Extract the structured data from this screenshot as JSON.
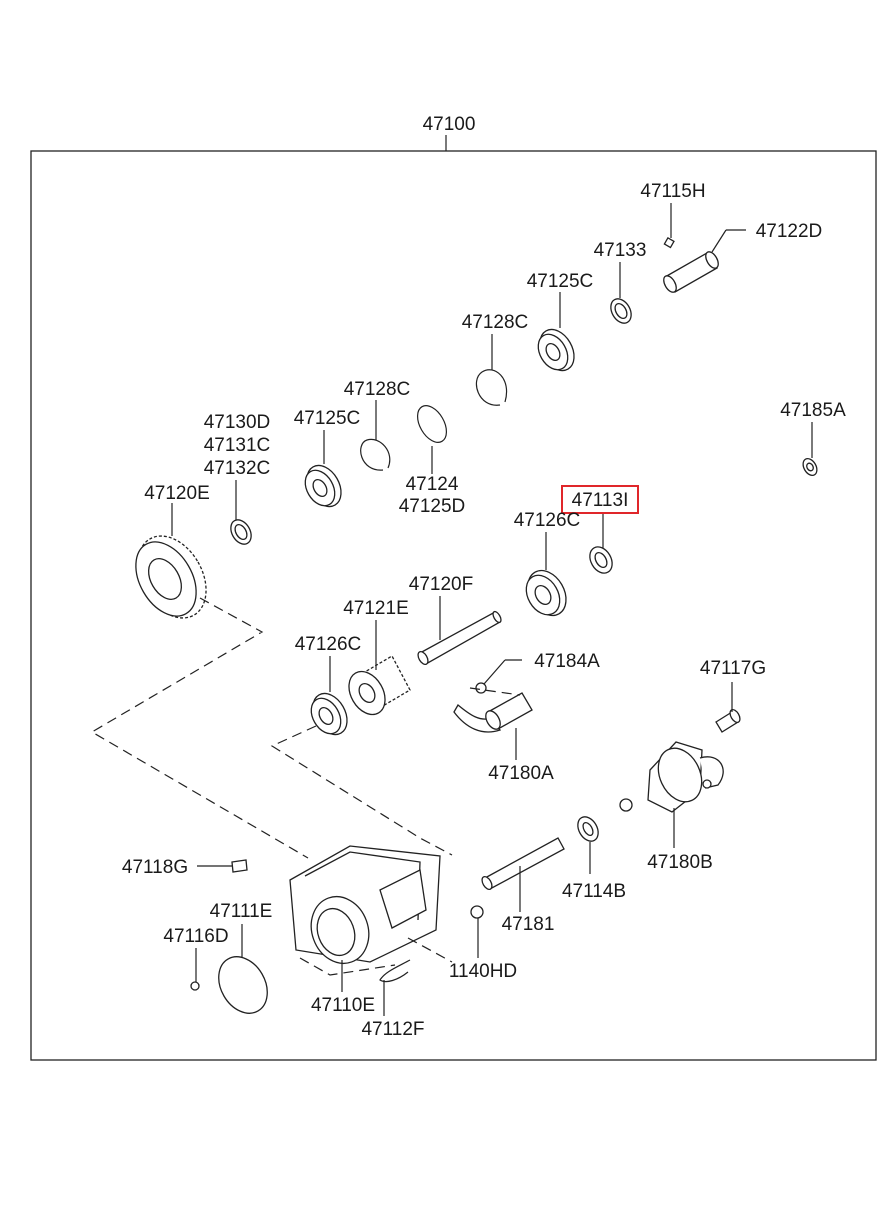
{
  "diagram": {
    "assembly_label": "47100",
    "highlight_color": "#e0262a",
    "parts": [
      {
        "id": "p47115H",
        "label": "47115H"
      },
      {
        "id": "p47122D",
        "label": "47122D"
      },
      {
        "id": "p47133",
        "label": "47133"
      },
      {
        "id": "p47125C_top",
        "label": "47125C"
      },
      {
        "id": "p47128C_top",
        "label": "47128C"
      },
      {
        "id": "p47128C_mid",
        "label": "47128C"
      },
      {
        "id": "p47125C_mid",
        "label": "47125C"
      },
      {
        "id": "p47130D",
        "label": "47130D"
      },
      {
        "id": "p47131C",
        "label": "47131C"
      },
      {
        "id": "p47132C",
        "label": "47132C"
      },
      {
        "id": "p47124",
        "label": "47124"
      },
      {
        "id": "p47125D",
        "label": "47125D"
      },
      {
        "id": "p47185A",
        "label": "47185A"
      },
      {
        "id": "p47120E",
        "label": "47120E"
      },
      {
        "id": "p47113I",
        "label": "47113I",
        "highlighted": true
      },
      {
        "id": "p47126C_top",
        "label": "47126C"
      },
      {
        "id": "p47120F",
        "label": "47120F"
      },
      {
        "id": "p47121E",
        "label": "47121E"
      },
      {
        "id": "p47126C_low",
        "label": "47126C"
      },
      {
        "id": "p47184A",
        "label": "47184A"
      },
      {
        "id": "p47117G",
        "label": "47117G"
      },
      {
        "id": "p47180A",
        "label": "47180A"
      },
      {
        "id": "p47180B",
        "label": "47180B"
      },
      {
        "id": "p47118G",
        "label": "47118G"
      },
      {
        "id": "p47114B",
        "label": "47114B"
      },
      {
        "id": "p47111E",
        "label": "47111E"
      },
      {
        "id": "p47181",
        "label": "47181"
      },
      {
        "id": "p47116D",
        "label": "47116D"
      },
      {
        "id": "p1140HD",
        "label": "1140HD"
      },
      {
        "id": "p47110E",
        "label": "47110E"
      },
      {
        "id": "p47112F",
        "label": "47112F"
      }
    ]
  }
}
